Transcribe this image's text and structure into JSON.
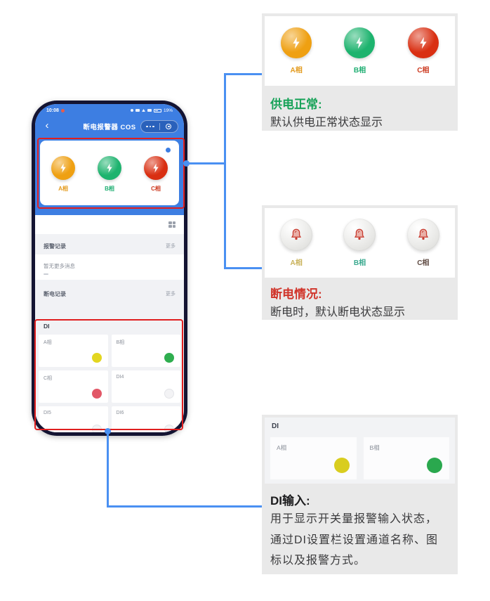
{
  "phone": {
    "status_bar": {
      "time": "10:08",
      "battery_percent": "19%"
    },
    "nav": {
      "back_glyph": "‹",
      "title": "断电报警器 COS"
    },
    "power_card": {
      "phases": [
        {
          "label": "A相",
          "color": "#efa012",
          "label_color": "#e39a1c"
        },
        {
          "label": "B相",
          "color": "#1db36e",
          "label_color": "#1fae72"
        },
        {
          "label": "C相",
          "color": "#d92f12",
          "label_color": "#cc3a20"
        }
      ]
    },
    "sections": [
      {
        "label": "报警记录",
        "action": "更多"
      },
      {
        "label": "断电记录",
        "action": "更多"
      }
    ],
    "log_message": "暂无更多消息",
    "di": {
      "title": "DI",
      "cells": [
        {
          "label": "A相",
          "dot_color": "#e3d620",
          "active": true
        },
        {
          "label": "B相",
          "dot_color": "#2fae4f",
          "active": true
        },
        {
          "label": "C相",
          "dot_color": "#e25767",
          "active": true
        },
        {
          "label": "DI4",
          "dot_color": "#f3f3f5",
          "active": false
        },
        {
          "label": "DI5",
          "dot_color": "#f3f3f5",
          "active": false
        },
        {
          "label": "DI6",
          "dot_color": "#f3f3f5",
          "active": false
        }
      ]
    }
  },
  "callouts": {
    "power_normal": {
      "heading": "供电正常:",
      "heading_color": "#17a258",
      "body": "默认供电正常状态显示",
      "phases": [
        {
          "label": "A相",
          "color": "#efa012",
          "label_color": "#e39a1c"
        },
        {
          "label": "B相",
          "color": "#1db36e",
          "label_color": "#1fae72"
        },
        {
          "label": "C相",
          "color": "#d92f12",
          "label_color": "#cc3a20"
        }
      ]
    },
    "power_off": {
      "heading": "断电情况:",
      "heading_color": "#d0342a",
      "body": "断电时，默认断电状态显示",
      "phases": [
        {
          "label": "A相",
          "label_color": "#c9b25a"
        },
        {
          "label": "B相",
          "label_color": "#3aa98f"
        },
        {
          "label": "C相",
          "label_color": "#5f4a42"
        }
      ]
    },
    "di_input": {
      "shot_title": "DI",
      "cells": [
        {
          "label": "A相",
          "dot_color": "#d9cd1f"
        },
        {
          "label": "B相",
          "dot_color": "#2aa84e"
        }
      ],
      "heading": "DI输入:",
      "heading_color": "#1c1c1e",
      "body": "用于显示开关量报警输入状态，通过DI设置栏设置通道名称、图标以及报警方式。"
    }
  },
  "annotation": {
    "highlight_color": "#e01f1f",
    "connector_color": "#4a90f2"
  }
}
